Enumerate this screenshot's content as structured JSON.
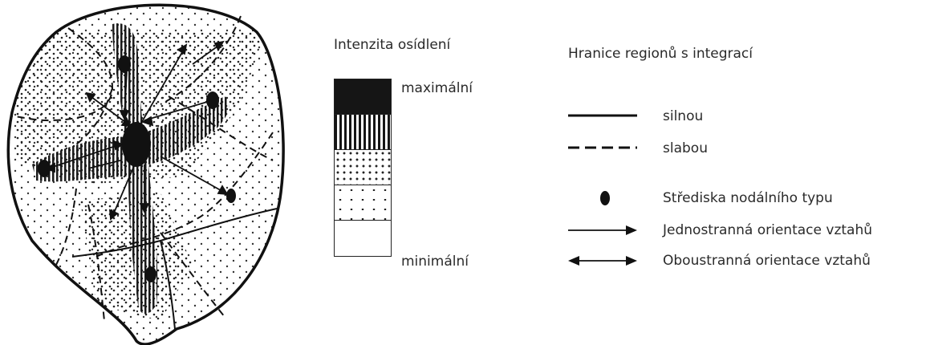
{
  "intensity": {
    "title": "Intenzita osídlení",
    "max_label": "maximální",
    "min_label": "minimální",
    "levels": [
      "solid-black",
      "vertical-stripes",
      "dense-dots",
      "sparse-dots",
      "empty"
    ]
  },
  "boundaries": {
    "title": "Hranice regionů s integrací",
    "strong_label": "silnou",
    "weak_label": "slabou"
  },
  "symbols": {
    "center_label": "Střediska nodálního typu",
    "one_way_label": "Jednostranná orientace vztahů",
    "two_way_label": "Oboustranná orientace vztahů"
  }
}
